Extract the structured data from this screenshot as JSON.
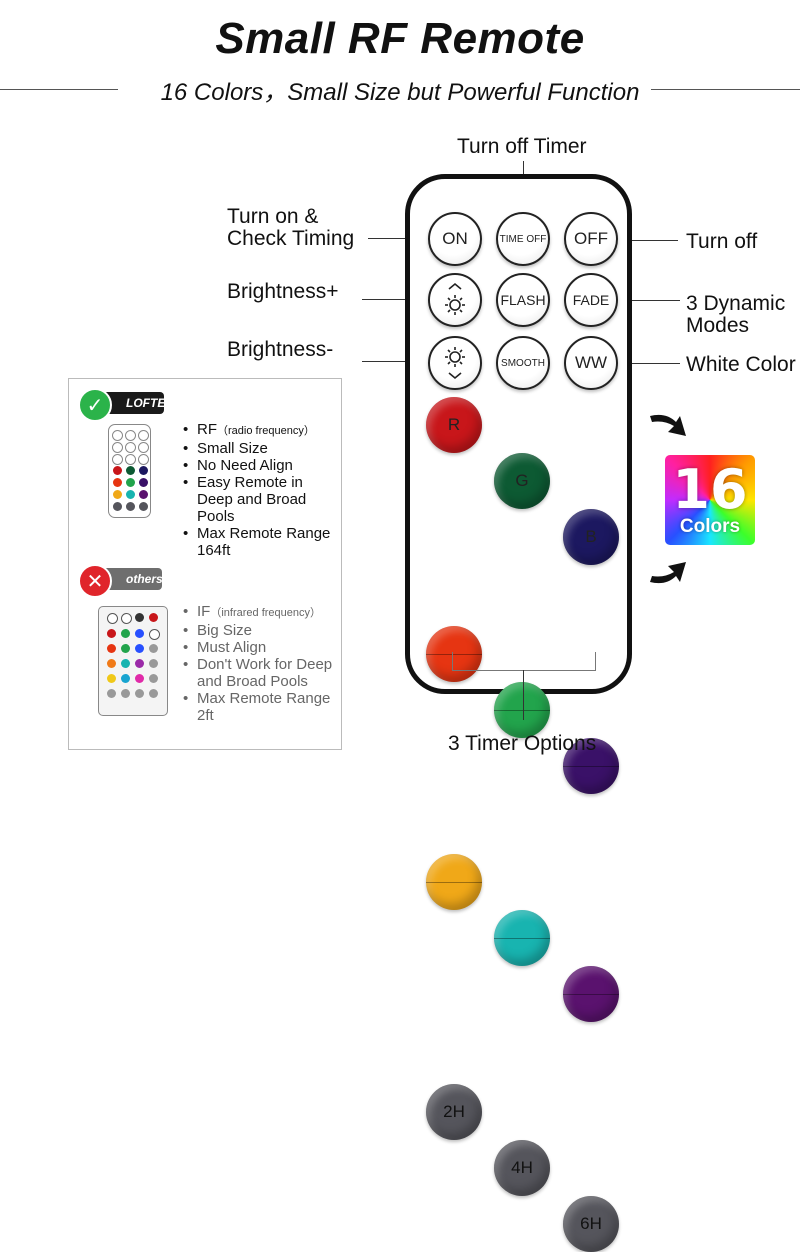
{
  "header": {
    "title": "Small RF Remote",
    "subtitle": "16 Colors，Small Size but Powerful Function"
  },
  "callouts": {
    "turn_off_timer": "Turn off Timer",
    "turn_on_line1": "Turn on &",
    "turn_on_line2": "Check Timing",
    "turn_off": "Turn off",
    "brightness_plus": "Brightness+",
    "dynamic_line1": "3 Dynamic",
    "dynamic_line2": "Modes",
    "brightness_minus": "Brightness-",
    "white_color": "White Color",
    "timer_options": "3 Timer Options"
  },
  "remote": {
    "buttons": {
      "on": "ON",
      "time_off": "TIME OFF",
      "off": "OFF",
      "flash": "FLASH",
      "fade": "FADE",
      "smooth": "SMOOTH",
      "ww": "WW",
      "r": "R",
      "g": "G",
      "b": "B",
      "h2": "2H",
      "h4": "4H",
      "h6": "6H"
    },
    "colors": {
      "red": "#c8161a",
      "green": "#0d5a33",
      "blue": "#1c1860",
      "orange_red": "#e63512",
      "bright_green": "#22a44c",
      "purple": "#3a1168",
      "yellow": "#f0a818",
      "cyan": "#18b4b0",
      "violet": "#5a126e",
      "timer_gray": "#55555c"
    }
  },
  "sixteen": {
    "number": "16",
    "text": "Colors"
  },
  "comparison": {
    "loftek": {
      "badge": "LOFTEK",
      "tag": "RF",
      "tag_note": "（radio frequency）",
      "items": [
        "Small Size",
        "No Need Align",
        "Easy Remote in Deep and Broad Pools",
        "Max Remote Range 164ft"
      ]
    },
    "others": {
      "badge": "others",
      "tag": "IF",
      "tag_note": "（infrared frequency）",
      "items": [
        "Big Size",
        "Must Align",
        "Don't Work for Deep and Broad Pools",
        "Max Remote Range 2ft"
      ]
    },
    "colors": {
      "check": "#2bb34a",
      "cross": "#e0252b",
      "loftek_badge": "#1a1a1a",
      "others_badge": "#6e6e6e"
    }
  }
}
